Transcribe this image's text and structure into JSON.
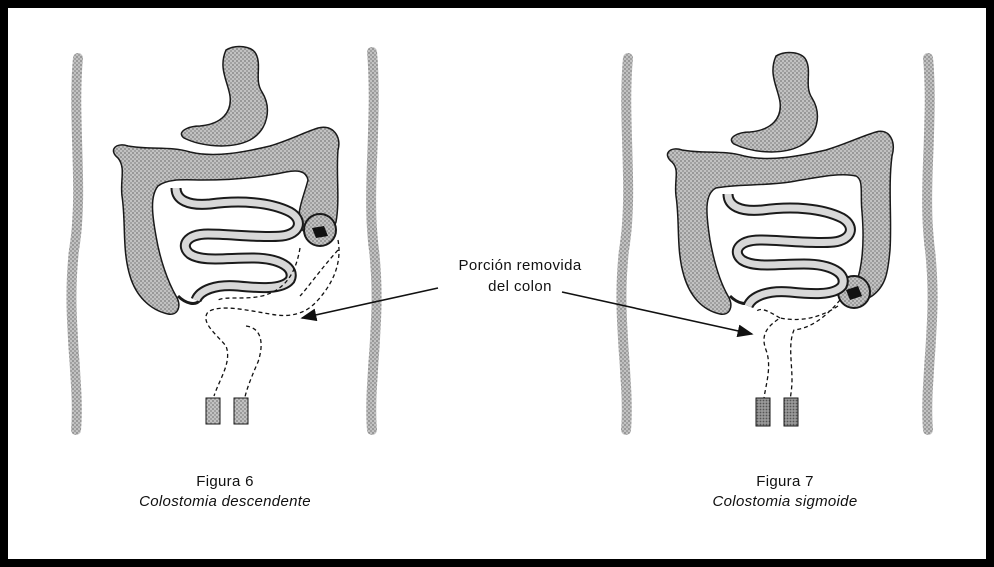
{
  "callout": {
    "line1": "Porción  removida",
    "line2": "del colon"
  },
  "figures": [
    {
      "number": "Figura 6",
      "caption": "Colostomia descendente"
    },
    {
      "number": "Figura 7",
      "caption": "Colostomia sigmoide"
    }
  ],
  "colors": {
    "border": "#000000",
    "organ_fill": "#b4b4b4",
    "outline": "#1a1a1a"
  }
}
